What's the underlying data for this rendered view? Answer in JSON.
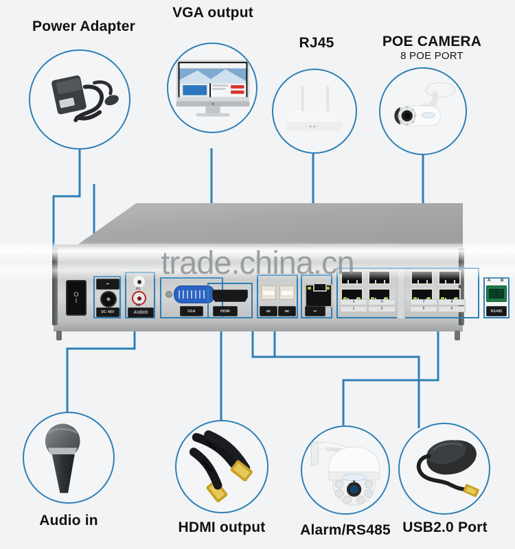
{
  "diagram": {
    "watermark": "trade.china.cn",
    "accent_color": "#2d7fb6",
    "background_color": "#f2f3f4"
  },
  "callouts": {
    "top": [
      {
        "id": "power-adapter",
        "label": "Power Adapter",
        "sublabel": "",
        "icon": "power-adapter-icon"
      },
      {
        "id": "vga-output",
        "label": "VGA output",
        "sublabel": "",
        "icon": "monitor-icon"
      },
      {
        "id": "rj45",
        "label": "RJ45",
        "sublabel": "",
        "icon": "router-icon"
      },
      {
        "id": "poe-camera",
        "label": "POE CAMERA",
        "sublabel": "8 POE PORT",
        "icon": "bullet-camera-icon"
      }
    ],
    "bottom": [
      {
        "id": "audio-in",
        "label": "Audio in",
        "sublabel": "",
        "icon": "microphone-icon"
      },
      {
        "id": "hdmi-output",
        "label": "HDMI output",
        "sublabel": "",
        "icon": "hdmi-cable-icon"
      },
      {
        "id": "alarm-rs485",
        "label": "Alarm/RS485",
        "sublabel": "",
        "icon": "ptz-dome-camera-icon"
      },
      {
        "id": "usb-port",
        "label": "USB2.0 Port",
        "sublabel": "",
        "icon": "mouse-icon"
      }
    ]
  },
  "device": {
    "name": "POE NVR rear panel",
    "power_switch": {
      "on": "O",
      "off": "I"
    },
    "ports": [
      {
        "id": "dc-in",
        "label": "DC 48V"
      },
      {
        "id": "audio",
        "label": "AUDIO",
        "jacks": [
          "A1",
          "A2"
        ]
      },
      {
        "id": "vga",
        "label": "VGA"
      },
      {
        "id": "hdmi",
        "label": "HDMI"
      },
      {
        "id": "usb1",
        "label": "USB"
      },
      {
        "id": "usb2",
        "label": "USB"
      },
      {
        "id": "lan",
        "label": "LAN"
      },
      {
        "id": "rs485",
        "label": "RS485",
        "terminals": [
          "A",
          "B"
        ]
      }
    ],
    "poe_ports": [
      "1",
      "2",
      "3",
      "4",
      "5",
      "6",
      "7",
      "8"
    ]
  }
}
